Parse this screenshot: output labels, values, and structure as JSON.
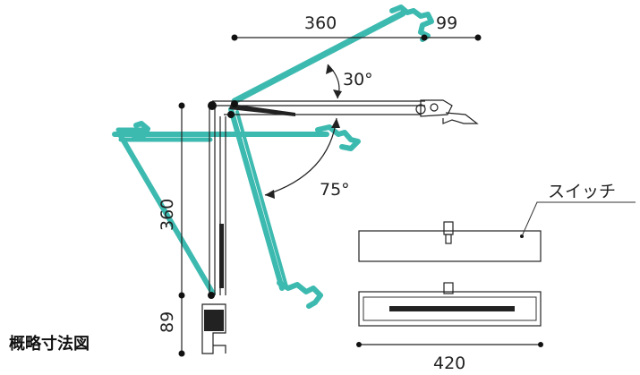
{
  "title": "概略寸法図",
  "dimensions": {
    "top_arm": "360",
    "top_head": "99",
    "vertical_arm": "360",
    "base": "89",
    "bottom_width": "420"
  },
  "angles": {
    "upper": "30°",
    "lower": "75°"
  },
  "callout": {
    "switch_label": "スイッチ"
  },
  "colors": {
    "teal": "#3dbab0",
    "line": "#222222"
  }
}
